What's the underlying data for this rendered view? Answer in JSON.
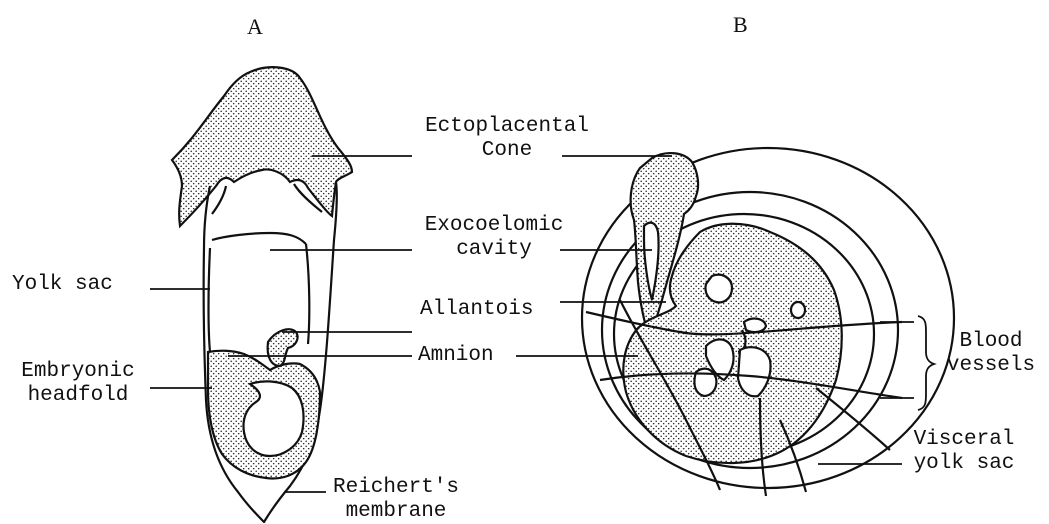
{
  "panels": {
    "a": "A",
    "b": "B"
  },
  "labels": {
    "ectoplacental": [
      "Ectoplacental",
      "Cone"
    ],
    "exocoelomic": [
      "Exocoelomic",
      "cavity"
    ],
    "yolk_sac": "Yolk sac",
    "allantois": "Allantois",
    "amnion": "Amnion",
    "headfold": [
      "Embryonic",
      "headfold"
    ],
    "blood_vessels": [
      "Blood",
      "vessels"
    ],
    "visceral": [
      "Visceral",
      "yolk sac"
    ],
    "reichert": [
      "Reichert's",
      "membrane"
    ]
  },
  "colors": {
    "ink": "#111111",
    "tissue_dots": "#222222",
    "background": "#ffffff"
  }
}
